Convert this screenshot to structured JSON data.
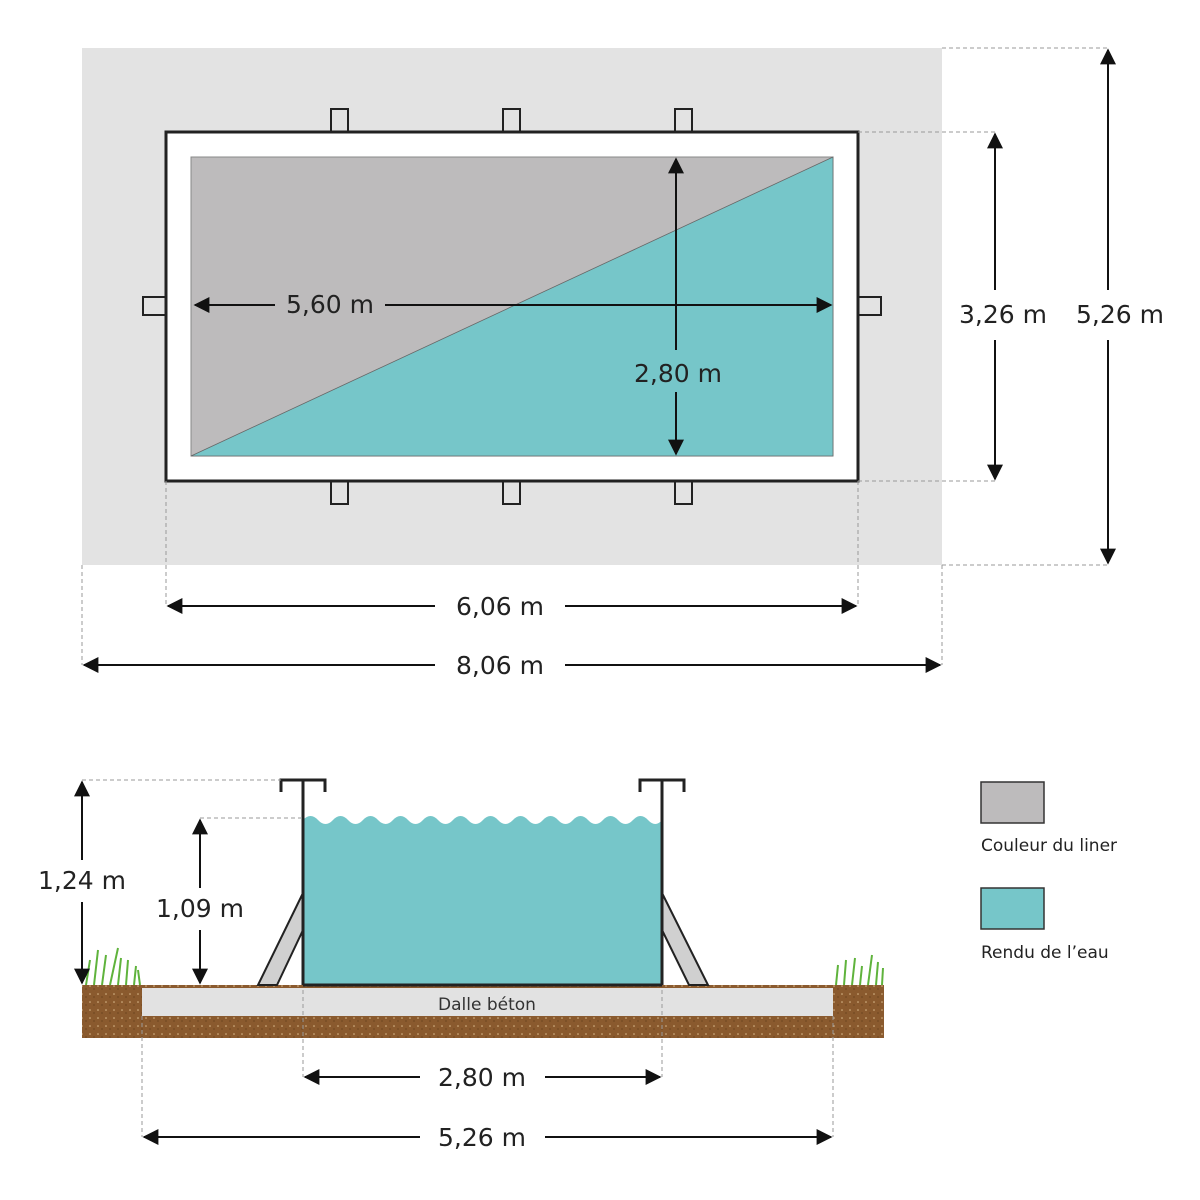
{
  "colors": {
    "background_area": "#e3e3e3",
    "liner": "#bdbbbc",
    "water": "#76c6c9",
    "soil": "#8a5a2e",
    "slab": "#e2e2e2",
    "grass": "#5fb33c"
  },
  "top_view": {
    "inner_length": "5,60 m",
    "inner_width": "2,80 m",
    "outer_width": "3,26 m",
    "area_width": "5,26 m",
    "outer_length": "6,06 m",
    "area_length": "8,06 m"
  },
  "side_view": {
    "total_height": "1,24 m",
    "water_height": "1,09 m",
    "slab_label": "Dalle béton",
    "inner_width": "2,80 m",
    "slab_width": "5,26 m"
  },
  "legend": [
    {
      "label": "Couleur du liner",
      "color": "#bdbbbc"
    },
    {
      "label": "Rendu de l’eau",
      "color": "#76c6c9"
    }
  ]
}
